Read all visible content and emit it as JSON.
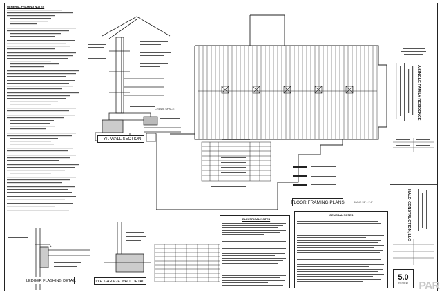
{
  "sheet": {
    "section_titles": {
      "wall_section": "TYP. WALL SECTION",
      "floor_framing": "FLOOR FRAMING PLANS",
      "ledger_detail": "LEDGER FLASHING DETAIL",
      "garage_wall": "TYP. GARAGE WALL DETAIL"
    },
    "crawl_space_label": "CRAWL SPACE",
    "notes_headings": {
      "general_left": "GENERAL FRAMING NOTES",
      "electrical": "ELECTRICAL NOTES",
      "general_right": "GENERAL NOTES"
    },
    "scale": "SCALE: 1/8\" = 1'-0\"",
    "title_block": {
      "project_title": "A SINGLE FAMILY RESIDENCE",
      "company": "HALO CONSTRUCTION, LLC",
      "sheet_number": "5.0",
      "revision": "REVIEW"
    },
    "watermark": "PAR"
  }
}
